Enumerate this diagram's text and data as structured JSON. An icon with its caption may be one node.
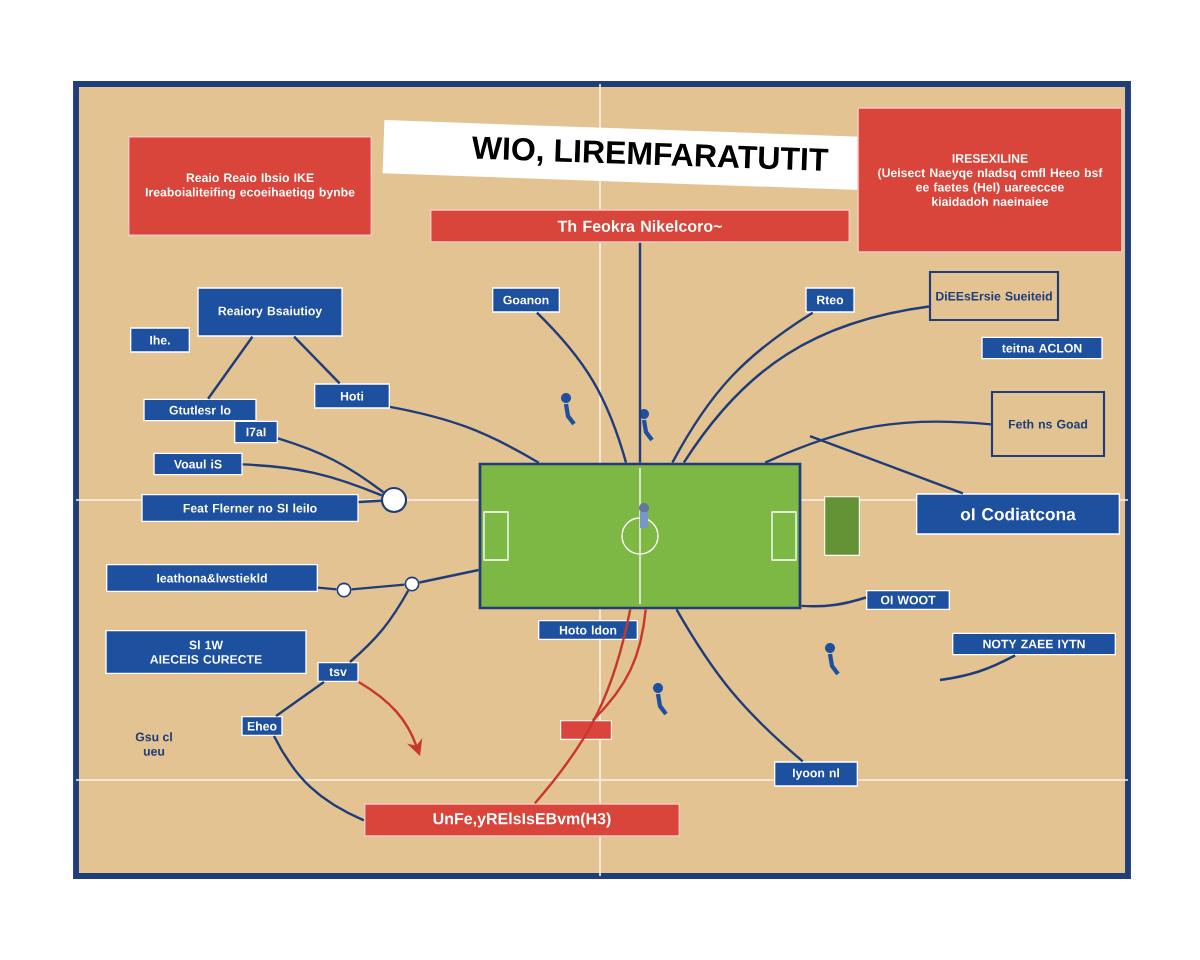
{
  "diagram": {
    "title": "WIO, LIREMFARATUTIT",
    "nodes": [
      {
        "text": [
          "Th Feokra Nikelcoro~"
        ]
      },
      {
        "text": [
          "Reaio Reaio Ibsio IKE",
          "Ireaboialiteifing ecoeihaetiqg bynbe"
        ]
      },
      {
        "text": [
          "IRESEXILINE",
          "(Ueisect Naeyqe nIadsq cmfl Heeo bsf",
          "ee faetes (Hel) uareeccee kiaidadoh naeinaiee"
        ]
      },
      {
        "text": [
          "Reaiory Bsaiutioy"
        ]
      },
      {
        "text": [
          "Goanon"
        ]
      },
      {
        "text": [
          "Rteo"
        ]
      },
      {
        "text": [
          "DiEEsErsie Sueiteid"
        ]
      },
      {
        "text": [
          "Ihe."
        ]
      },
      {
        "text": [
          "Hoti"
        ]
      },
      {
        "text": [
          "Gtutlesr lo"
        ]
      },
      {
        "text": [
          "I7aI"
        ]
      },
      {
        "text": [
          "Voaul iS"
        ]
      },
      {
        "text": [
          "Feat Flerner no SI leiIo"
        ]
      },
      {
        "text": [],
        "shape": "circle"
      },
      {
        "text": [
          "Ieathona&lwstiekld"
        ]
      },
      {
        "text": [],
        "shape": "circle"
      },
      {
        "text": [],
        "shape": "circle"
      },
      {
        "text": [
          "Sl 1W",
          "AIECEIS CURECTE"
        ]
      },
      {
        "text": [
          "tsv"
        ]
      },
      {
        "text": [
          "Eheo"
        ]
      },
      {
        "text": [
          "UnFe,yRElsIsEBvm(H3)"
        ]
      },
      {
        "text": [],
        "shape": "bar"
      },
      {
        "text": [],
        "shape": "picture"
      },
      {
        "text": [
          "Hoto ldon"
        ]
      },
      {
        "text": [
          "Iyoon nl"
        ]
      },
      {
        "text": [
          "OI WOOT"
        ]
      },
      {
        "text": [
          "NOTY ZAEE IYTN"
        ]
      },
      {
        "text": [
          "oI Codiatcona"
        ]
      },
      {
        "text": [
          "Feth ns Goad"
        ]
      },
      {
        "text": [
          "teitna ACLON"
        ]
      },
      {
        "text": [],
        "shape": "box"
      }
    ],
    "edges": [
      {
        "from": 0,
        "to": 22,
        "arrow": "none"
      },
      {
        "from": 3,
        "to": 8,
        "arrow": "none"
      },
      {
        "from": 8,
        "to": 22,
        "arrow": "none"
      },
      {
        "from": 4,
        "to": 22,
        "arrow": "none"
      },
      {
        "from": 5,
        "to": 22,
        "arrow": "none"
      },
      {
        "from": 6,
        "to": 22,
        "arrow": "none"
      },
      {
        "from": 28,
        "to": 22,
        "arrow": "none"
      },
      {
        "from": 27,
        "to": null,
        "arrow": "none"
      },
      {
        "from": 9,
        "to": 3,
        "arrow": "none"
      },
      {
        "from": 10,
        "to": 13,
        "arrow": "none"
      },
      {
        "from": 11,
        "to": 13,
        "arrow": "none"
      },
      {
        "from": 12,
        "to": 13,
        "arrow": "none"
      },
      {
        "from": 14,
        "to": 15,
        "arrow": "none"
      },
      {
        "from": 15,
        "to": 16,
        "arrow": "none"
      },
      {
        "from": 16,
        "to": 22,
        "arrow": "none"
      },
      {
        "from": 18,
        "to": 16,
        "arrow": "none"
      },
      {
        "from": 19,
        "to": 18,
        "arrow": "none"
      },
      {
        "from": 19,
        "to": 20,
        "arrow": "none"
      },
      {
        "from": 18,
        "to": null,
        "arrow": "to",
        "color": "#c8372d"
      },
      {
        "from": 20,
        "to": 22,
        "arrow": "none",
        "color": "#c8372d"
      },
      {
        "from": 21,
        "to": 22,
        "arrow": "none",
        "color": "#c8372d"
      },
      {
        "from": 24,
        "to": 22,
        "arrow": "none"
      },
      {
        "from": 25,
        "to": 22,
        "arrow": "none"
      },
      {
        "from": 26,
        "to": null,
        "arrow": "none"
      }
    ],
    "labels": [
      "Gsu cl",
      "ueu"
    ]
  }
}
